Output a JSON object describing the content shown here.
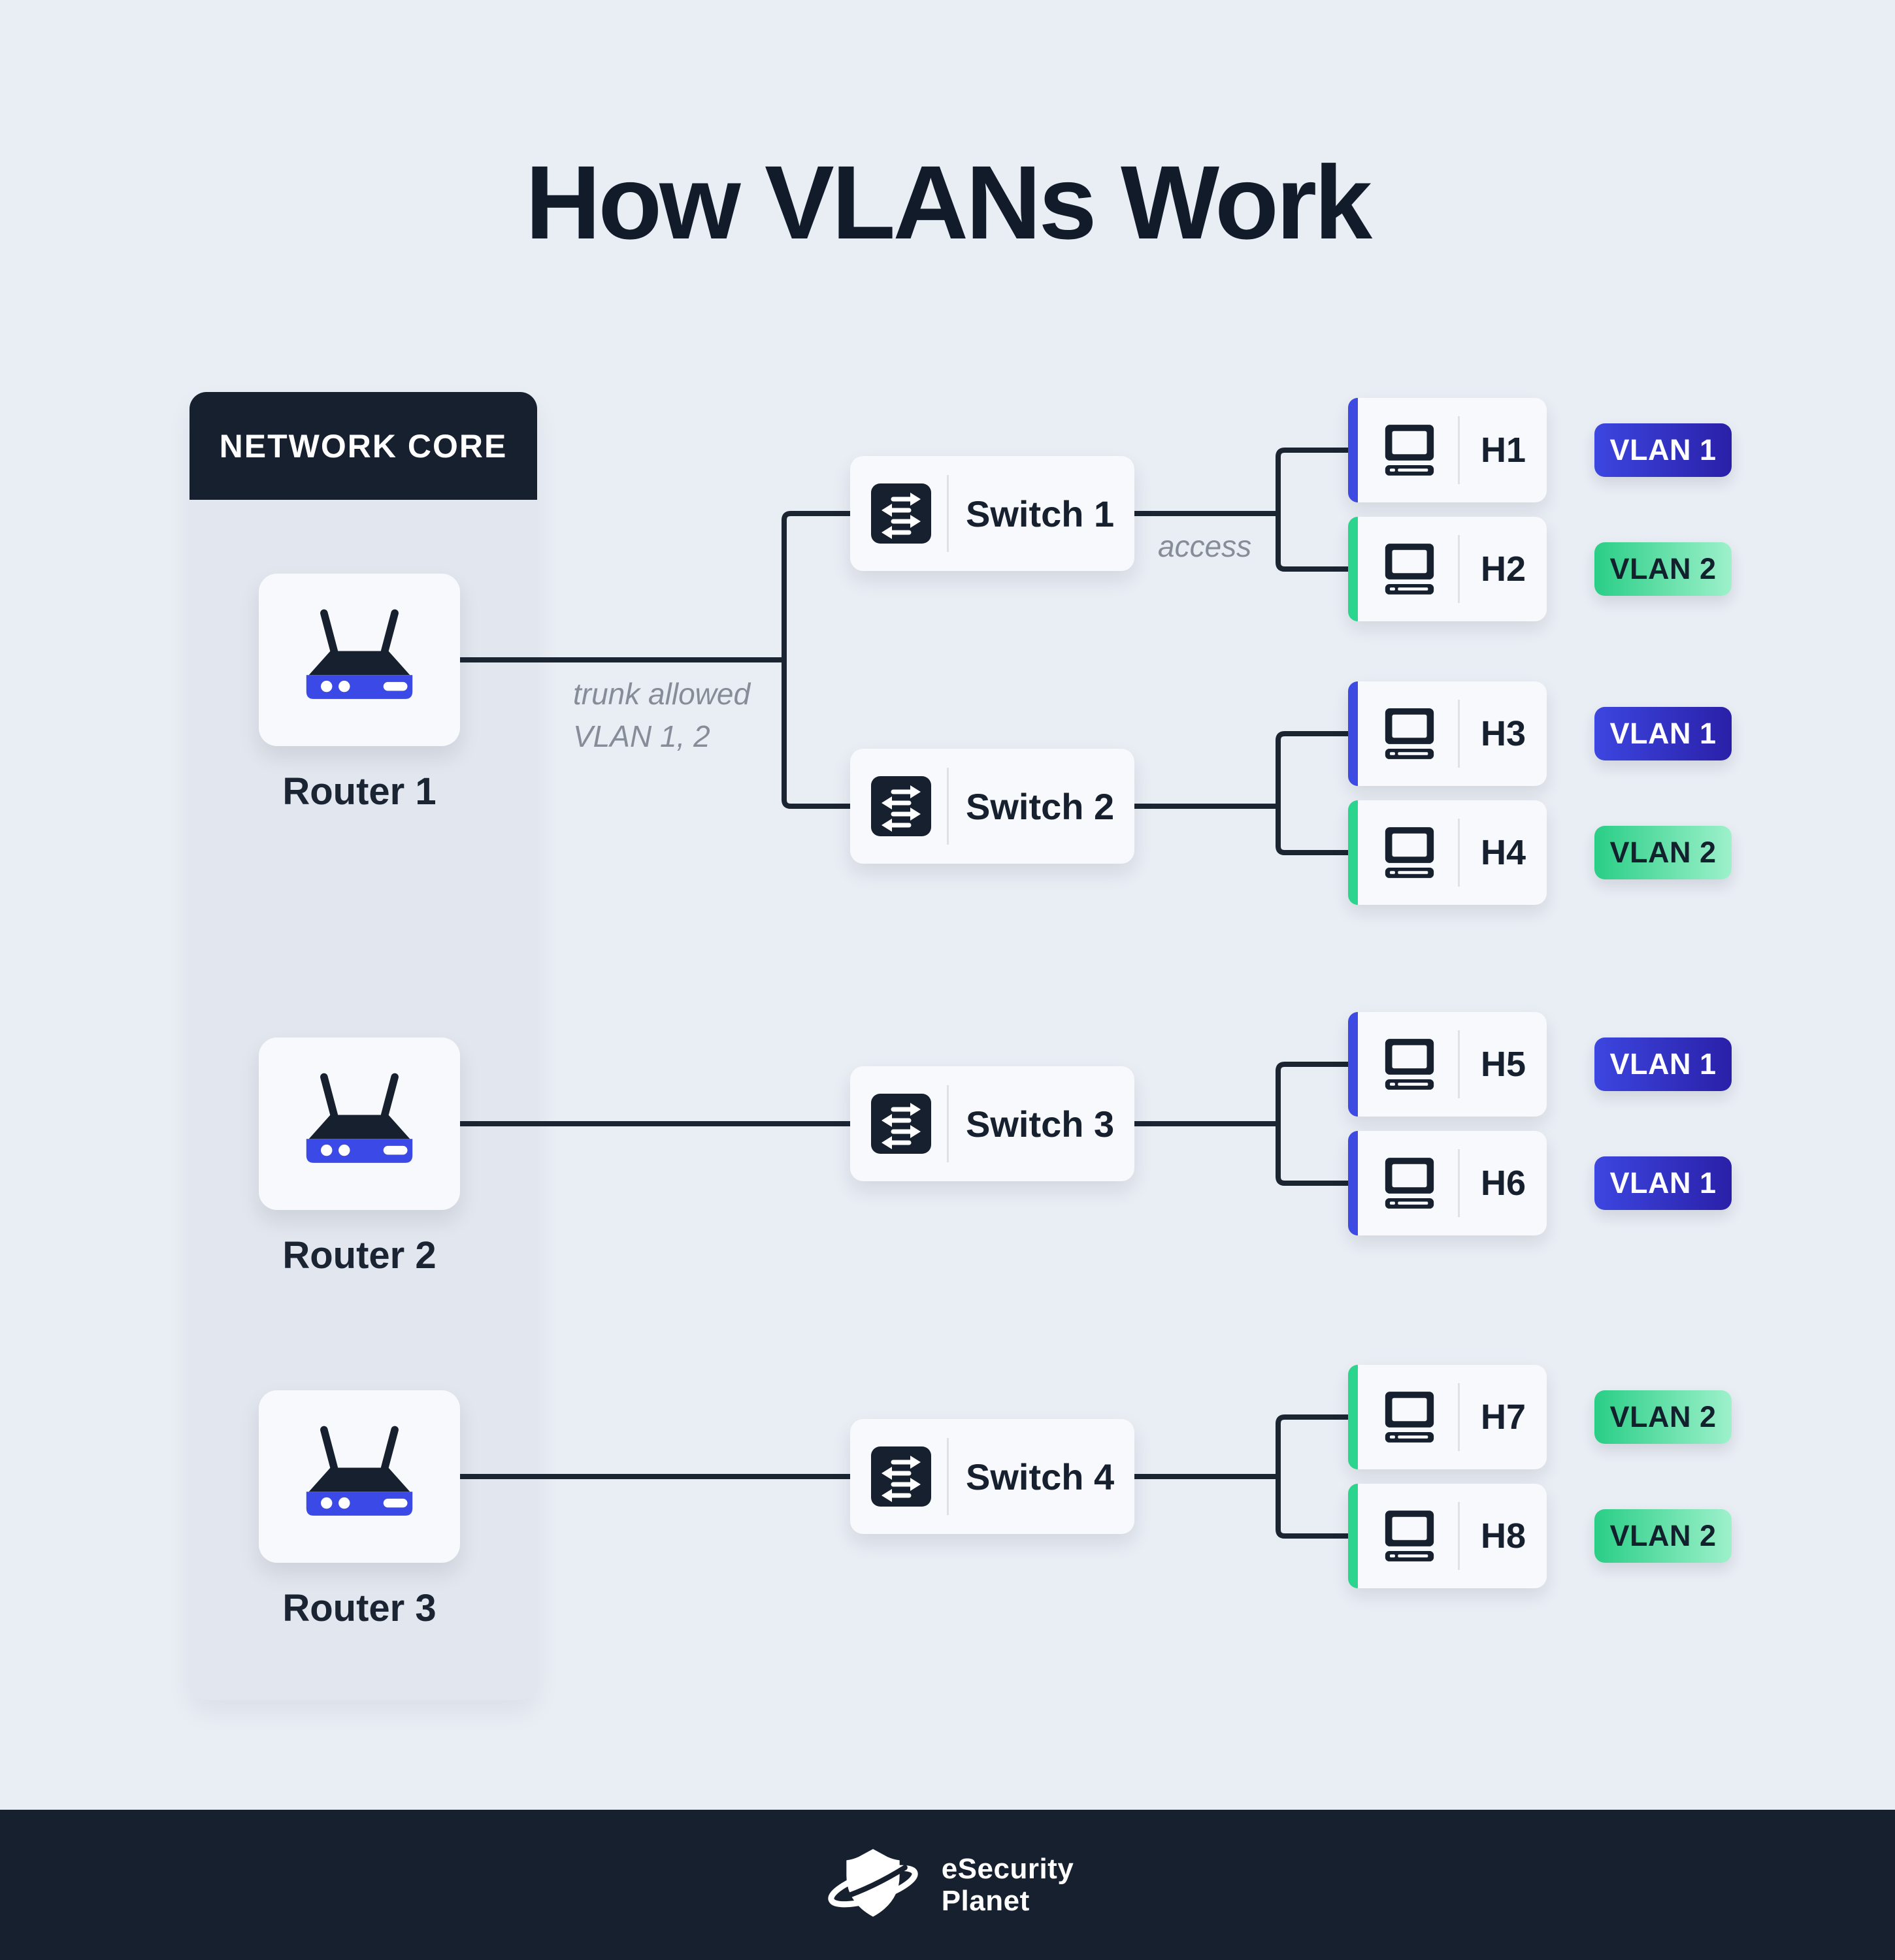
{
  "title": "How VLANs Work",
  "network_core": {
    "label": "NETWORK CORE",
    "routers": [
      {
        "label": "Router 1"
      },
      {
        "label": "Router 2"
      },
      {
        "label": "Router 3"
      }
    ]
  },
  "switches": [
    {
      "label": "Switch 1"
    },
    {
      "label": "Switch 2"
    },
    {
      "label": "Switch 3"
    },
    {
      "label": "Switch 4"
    }
  ],
  "hosts": [
    {
      "label": "H1",
      "vlan": "VLAN 1",
      "vlan_type": "vlan1"
    },
    {
      "label": "H2",
      "vlan": "VLAN 2",
      "vlan_type": "vlan2"
    },
    {
      "label": "H3",
      "vlan": "VLAN 1",
      "vlan_type": "vlan1"
    },
    {
      "label": "H4",
      "vlan": "VLAN 2",
      "vlan_type": "vlan2"
    },
    {
      "label": "H5",
      "vlan": "VLAN 1",
      "vlan_type": "vlan1"
    },
    {
      "label": "H6",
      "vlan": "VLAN 1",
      "vlan_type": "vlan1"
    },
    {
      "label": "H7",
      "vlan": "VLAN 2",
      "vlan_type": "vlan2"
    },
    {
      "label": "H8",
      "vlan": "VLAN 2",
      "vlan_type": "vlan2"
    }
  ],
  "annotations": {
    "trunk_line1": "trunk allowed",
    "trunk_line2": "VLAN 1, 2",
    "access": "access"
  },
  "footer": {
    "brand_line1": "eSecurity",
    "brand_line2": "Planet"
  },
  "colors": {
    "background": "#E9EDF4",
    "panel": "#E2E6EE",
    "navy": "#16202E",
    "line": "#1B2431",
    "card": "#F8F9FC",
    "router_blue": "#3B49E6",
    "vlan1_gradient_start": "#3C46E0",
    "vlan1_gradient_end": "#2A20A8",
    "vlan2_gradient_start": "#29CE86",
    "vlan2_gradient_end": "#9EF1CB",
    "annotation_gray": "#868D99"
  }
}
